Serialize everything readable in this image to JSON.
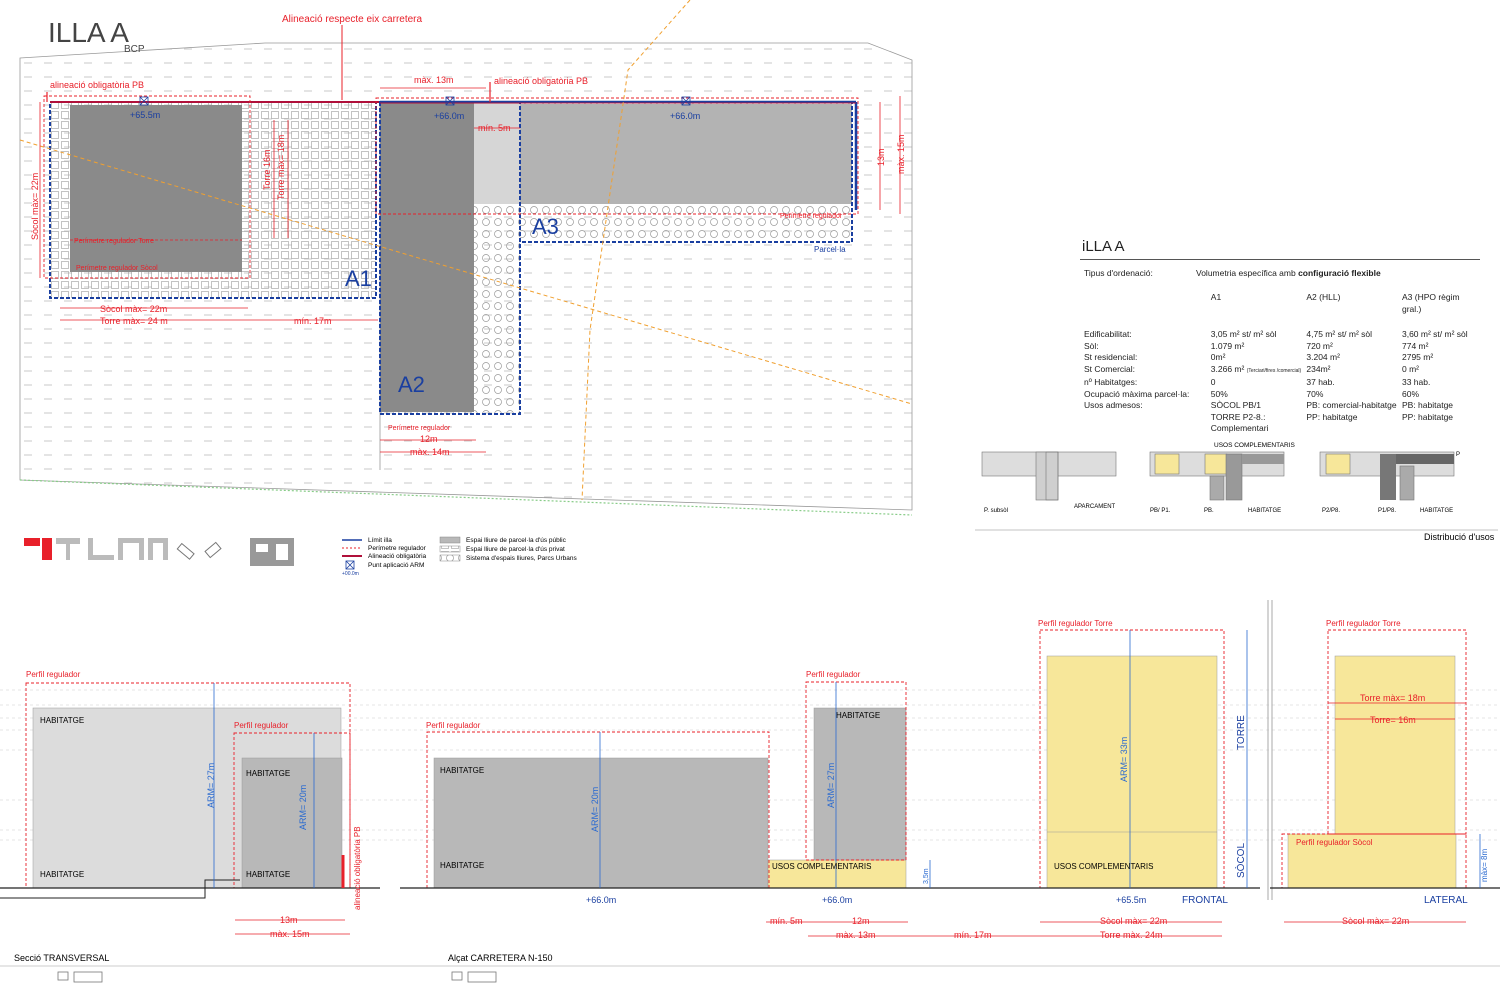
{
  "title": {
    "main": "ILLA A",
    "sub": "BCP"
  },
  "plan_labels": {
    "alineacio_eix": "Alineació respecte eix carretera",
    "alineacio_pb_1": "alineació obligatòria PB",
    "alineacio_pb_2": "alineació obligatòria PB",
    "max13": "màx. 13m",
    "min5": "mín. 5m",
    "elev_655": "+65.5m",
    "elev_660_a": "+66.0m",
    "elev_660_b": "+66.0m",
    "socol_vert": "Sòcol  màx= 22m",
    "torre16": "Torre 16m",
    "torre18": "Torre màx= 18m",
    "perimetre_torre": "Perímetre regulador  Torre",
    "perimetre_socol": "Perímetre regulador Sòcol",
    "perimetre_reg": "Perímetre regulador",
    "parcela": "Parcel·la",
    "a1": "A1",
    "a2": "A2",
    "a3": "A3",
    "socol22": "Sòcol màx= 22m",
    "torre24": "Torre màx= 24 m",
    "min17": "mín. 17m",
    "d13": "13m",
    "d15": "màx. 15m",
    "perimetre_a2": "Perímetre regulador",
    "d12": "12m",
    "d14": "màx. 14m"
  },
  "legend": {
    "limit": "Límit illa",
    "perimetre": "Perímetre regulador",
    "alineacio": "Alineació obligatòria",
    "punt": "Punt aplicació ARM",
    "punt_val": "+00.0m",
    "espai_public": "Espai lliure de parcel·la d'ús públic",
    "espai_privat": "Espai lliure de parcel·la d'ús privat",
    "sistema": "Sistema d'espais lliures, Parcs Urbans"
  },
  "table": {
    "title": "iLLA A",
    "ord_label": "Tipus d'ordenació:",
    "ord_value": "Volumetria específica amb ",
    "ord_bold": "configuració  flexible",
    "headers": [
      "",
      "A1",
      "A2  (HLL)",
      "A3 (HPO règim gral.)"
    ],
    "rows": [
      [
        "Edificabilitat:",
        "3,05 m² st/ m² sòl",
        "4,75 m² st/ m² sòl",
        "3,60 m² st/ m² sòl"
      ],
      [
        "Sòl:",
        "1.079 m²",
        "720 m²",
        "774 m²"
      ],
      [
        "St residencial:",
        "0m²",
        "3.204 m²",
        "2795 m²"
      ],
      [
        "St Comercial:",
        "3.266 m²",
        "234m²",
        "0 m²"
      ],
      [
        "nº Habitatges:",
        "0",
        "37 hab.",
        "33 hab."
      ],
      [
        "Ocupació màxima parcel·la:",
        "50%",
        "70%",
        "60%"
      ],
      [
        "Usos admesos:",
        "SÒCOL PB/1",
        "PB: comercial-habitatge",
        "PB: habitatge"
      ],
      [
        "",
        "TORRE P2-8.:",
        "PP: habitatge",
        "PP: habitatge"
      ],
      [
        "",
        "Complementari",
        "",
        ""
      ]
    ],
    "comercial_note": "(Terciari/fires /comercial)"
  },
  "usos": {
    "title": "Distribució d'usos",
    "usos_comp": "USOS COMPLEMENTARIS",
    "p_subsol": "P. subsòl",
    "aparcament": "APARCAMENT",
    "pb_p1": "PB/ P1.",
    "pb": "PB.",
    "habitatge1": "HABITATGE",
    "p2p8": "P2/P8.",
    "p1p8": "P1/P8.",
    "habitatge2": "HABITATGE",
    "p_mark": "P"
  },
  "sections": {
    "seccio_transversal": "Secció TRANSVERSAL",
    "alcat": "Alçat CARRETERA N-150",
    "perfil_reg": "Perfil regulador",
    "perfil_reg2": "Perfil regulador",
    "perfil_reg3": "Perfil regulador",
    "perfil_reg4": "Perfil regulador",
    "perfil_torre1": "Perfil regulador Torre",
    "perfil_torre2": "Perfil regulador Torre",
    "perfil_socol": "Perfil regulador Sòcol",
    "habitatge": "HABITATGE",
    "arm27a": "ARM= 27m",
    "arm20a": "ARM= 20m",
    "arm20b": "ARM= 20m",
    "arm27b": "ARM= 27m",
    "arm33": "ARM= 33m",
    "alineacio_pb": "alineació obligatòria PB",
    "d13": "13m",
    "d15": "màx. 15m",
    "usos_comp": "USOS COMPLEMENTARIS",
    "e660a": "+66.0m",
    "e660b": "+66.0m",
    "e655": "+65.5m",
    "d35": "3,5m",
    "frontal": "FRONTAL",
    "lateral": "LATERAL",
    "torre": "TORRE",
    "socol": "SÒCOL",
    "min5": "mín. 5m",
    "d12": "12m",
    "max13": "màx. 13m",
    "min17": "mín. 17m",
    "socol22a": "Sòcol màx= 22m",
    "torre24": "Torre màx. 24m",
    "socol22b": "Sòcol màx= 22m",
    "torre18": "Torre màx= 18m",
    "torre16": "Torre= 16m",
    "d8": "màx= 8m"
  },
  "colors": {
    "red": "#e8202a",
    "blue": "#1a3fa0",
    "grey": "#9e9e9e",
    "yellow": "#f7e79a",
    "orange": "#f0a030"
  }
}
